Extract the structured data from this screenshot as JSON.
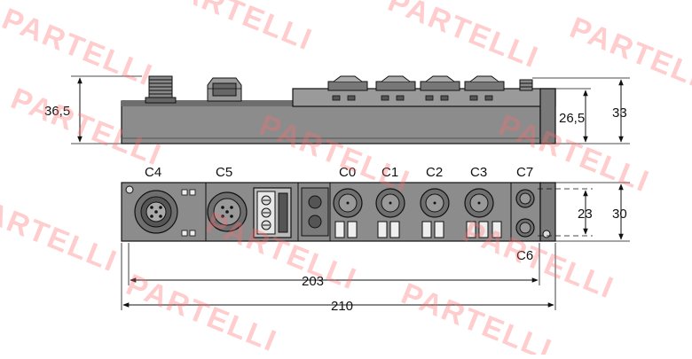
{
  "watermark": "PARTELLI",
  "dimensions": {
    "side_height": "36,5",
    "side_body_height": "26,5",
    "side_total": "33",
    "front_inner": "23",
    "front_total": "30",
    "length_inner": "203",
    "length_total": "210"
  },
  "connectors": {
    "c4": "C4",
    "c5": "C5",
    "c0": "C0",
    "c1": "C1",
    "c2": "C2",
    "c3": "C3",
    "c7": "C7",
    "c6": "C6"
  },
  "colors": {
    "body": "#8c8c8c",
    "body_dark": "#4a4a4a",
    "outline": "#111111",
    "watermark": "#ff6b6b"
  }
}
